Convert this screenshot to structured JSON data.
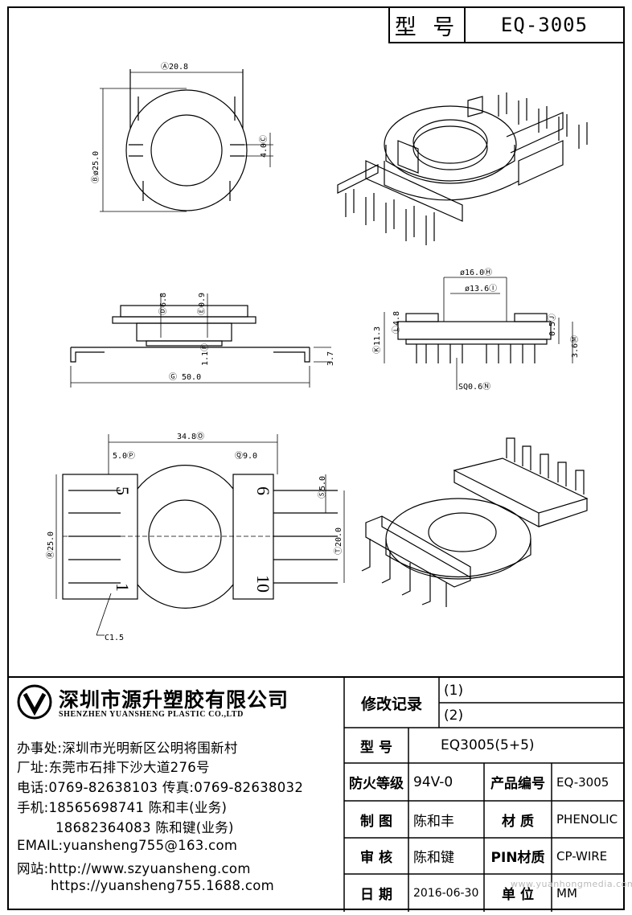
{
  "header": {
    "model_label": "型 号",
    "model_value": "EQ-3005"
  },
  "dimensions": {
    "A": "Ⓐ20.8",
    "B": "Ⓑø25.0",
    "C": "4.0Ⓒ",
    "D": "Ⓓ6.8",
    "E": "Ⓔ0.9",
    "F": "1.1Ⓕ",
    "G": "Ⓖ 50.0",
    "H_height": "3.7",
    "phi16": "ø16.0Ⓗ",
    "phi13": "ø13.6Ⓘ",
    "J": "0.5Ⓙ",
    "K": "Ⓚ11.3",
    "L": "Ⓛ4.8",
    "M": "3.6Ⓜ",
    "N": "SQ0.6Ⓝ",
    "O": "34.8Ⓞ",
    "P": "5.0Ⓟ",
    "Q": "Ⓠ9.0",
    "R": "Ⓡ25.0",
    "S": "Ⓢ5.0",
    "T": "Ⓣ20.0",
    "C1": "C1.5",
    "pin5": "5",
    "pin6": "6",
    "pin1": "1",
    "pin10": "10"
  },
  "company": {
    "name_cn": "深圳市源升塑胶有限公司",
    "name_en": "SHENZHEN YUANSHENG PLASTIC CO.,LTD",
    "office": "办事处:深圳市光明新区公明将围新村",
    "factory": "厂址:东莞市石排下沙大道276号",
    "phone": "电话:0769-82638103 传真:0769-82638032",
    "mobile1": "手机:18565698741 陈和丰(业务)",
    "mobile2": "18682364083 陈和键(业务)",
    "email": "EMAIL:yuansheng755@163.com",
    "web1": "网站:http://www.szyuansheng.com",
    "web2": "https://yuansheng755.1688.com"
  },
  "table": {
    "revision_label": "修改记录",
    "rev1": "(1)",
    "rev2": "(2)",
    "model_label": "型 号",
    "model_value": "EQ3005(5+5)",
    "fire_label": "防火等级",
    "fire_value": "94V-0",
    "product_no_label": "产品编号",
    "product_no_value": "EQ-3005",
    "drawn_label": "制 图",
    "drawn_value": "陈和丰",
    "material_label": "材 质",
    "material_value": "PHENOLIC",
    "review_label": "审 核",
    "review_value": "陈和键",
    "pin_material_label": "PIN材质",
    "pin_material_value": "CP-WIRE",
    "date_label": "日 期",
    "date_value": "2016-06-30",
    "unit_label": "单 位",
    "unit_value": "MM"
  },
  "watermark": "www.yuanhongmedia.com",
  "colors": {
    "line": "#000000",
    "background": "#ffffff"
  }
}
